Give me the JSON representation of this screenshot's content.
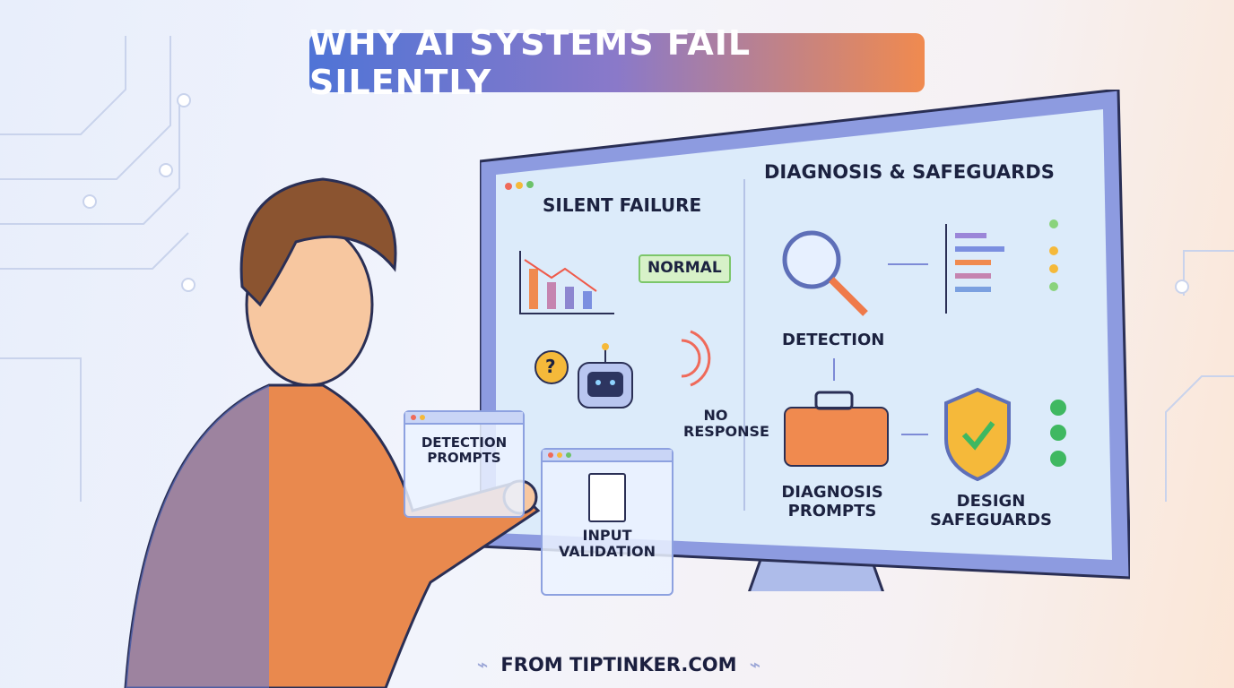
{
  "title": "WHY AI SYSTEMS FAIL SILENTLY",
  "screen": {
    "left_heading": "SILENT FAILURE",
    "normal_badge": "NORMAL",
    "no_response": "NO RESPONSE",
    "question_mark": "?",
    "right_heading": "DIAGNOSIS & SAFEGUARDS",
    "detection": "DETECTION",
    "diagnosis_prompts": "DIAGNOSIS PROMPTS",
    "design_safeguards": "DESIGN SAFEGUARDS"
  },
  "popups": {
    "detection_prompts": "DETECTION PROMPTS",
    "input_validation": "INPUT VALIDATION"
  },
  "footer": "FROM TIPTINKER.COM",
  "colors": {
    "accent_blue": "#4f74d6",
    "accent_orange": "#f08a4f",
    "ok_green": "#3fb861"
  }
}
